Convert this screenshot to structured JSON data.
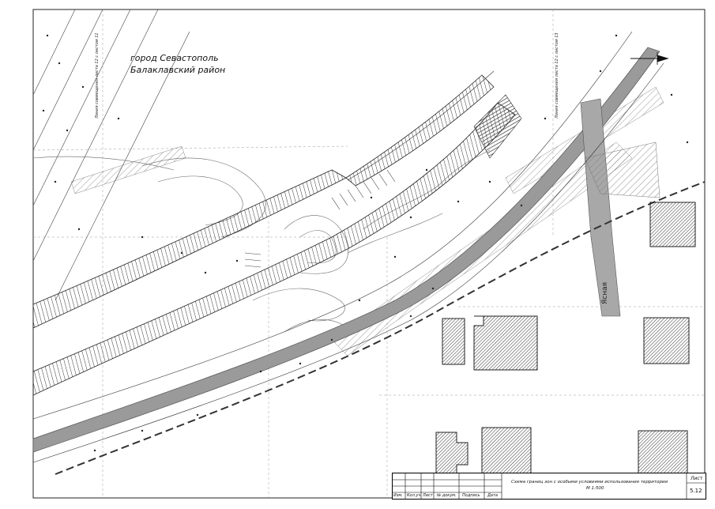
{
  "map": {
    "title_line1": "город Севастополь",
    "title_line2": "Балаклавский район",
    "street_label": "Ясная",
    "match_line_left": "Линия совмещения листа 12 с листом 11",
    "match_line_right": "Линия совмещения листа 12 с листом 13"
  },
  "stamp": {
    "description": "Схема границ зон с особыми условиями использования территории",
    "scale": "М 1:500",
    "sheet_label": "Лист",
    "sheet_number": "5.12",
    "headers": [
      "Изм.",
      "Кол.уч",
      "Лист",
      "№ докум.",
      "Подпись",
      "Дата"
    ]
  },
  "colors": {
    "line": "#222222",
    "hatch": "#555555",
    "building_fill": "#888888",
    "road_band": "#999999"
  }
}
